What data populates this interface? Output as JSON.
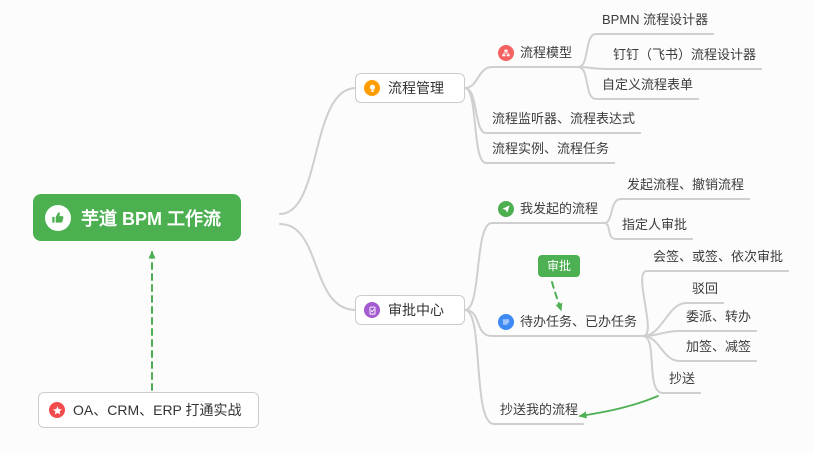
{
  "root": {
    "label": "芋道 BPM 工作流"
  },
  "relation": {
    "label": "审批"
  },
  "nodes": {
    "process_mgmt": "流程管理",
    "flow_model": "流程模型",
    "bpmn": "BPMN 流程设计器",
    "dingtalk": "钉钉（飞书）流程设计器",
    "custom_form": "自定义流程表单",
    "listener": "流程监听器、流程表达式",
    "instance": "流程实例、流程任务",
    "approval_center": "审批中心",
    "my_initiated": "我发起的流程",
    "initiate_cancel": "发起流程、撤销流程",
    "assignee": "指定人审批",
    "todo_done": "待办任务、已办任务",
    "countersign": "会签、或签、依次审批",
    "reject": "驳回",
    "delegate": "委派、转办",
    "addsign": "加签、减签",
    "cc": "抄送",
    "cc_my": "抄送我的流程",
    "oa_practice": "OA、CRM、ERP 打通实战"
  },
  "icons": {
    "root": "thumbs-up-icon",
    "process_mgmt": "lightbulb-icon",
    "flow_model": "flow-model-icon",
    "approval_center": "approval-clipboard-icon",
    "my_initiated": "send-icon",
    "todo_done": "task-list-icon",
    "oa_practice": "star-icon"
  },
  "colors": {
    "canvas_bg": "#fcfcfc",
    "root_bg": "#4cb051",
    "wire": "#cfcfcf",
    "arrow_green": "#4db052",
    "badge_bg": "#4db052",
    "icon_orange": "#ff9c00",
    "icon_red": "#f56060",
    "icon_purple": "#a45ad0",
    "icon_green": "#4cb051",
    "icon_blue": "#3d8af5",
    "icon_star_red": "#f24b4b",
    "node_border": "#cccccc",
    "text": "#3c3c3c"
  }
}
